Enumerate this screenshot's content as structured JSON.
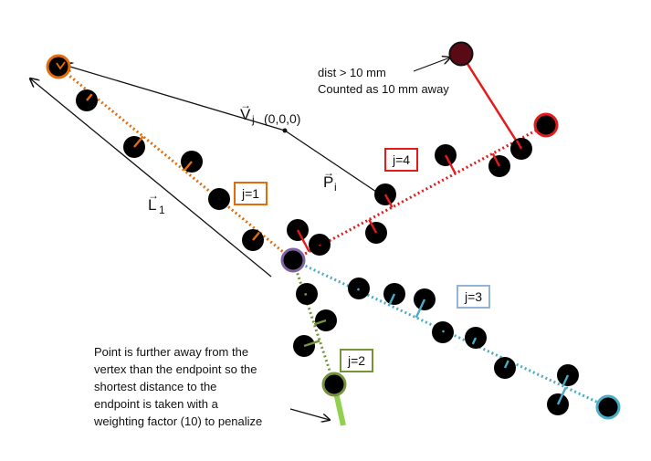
{
  "labels": {
    "origin": "(0,0,0)",
    "vector_v": "V",
    "vector_v_sub": "j",
    "vector_p": "P",
    "vector_p_sub": "i",
    "vector_l": "L",
    "vector_l_sub": "1",
    "arrow": "→"
  },
  "segments": [
    {
      "label": "j=1",
      "color": "#e36c0a"
    },
    {
      "label": "j=2",
      "color": "#77933c"
    },
    {
      "label": "j=3",
      "color": "#4bacc6"
    },
    {
      "label": "j=4",
      "color": "#e41b1b"
    }
  ],
  "annotations": {
    "far_point_line1": "dist > 10 mm",
    "far_point_line2": "Counted as 10 mm away",
    "penalty_line1": "Point is further away from the",
    "penalty_line2": "vertex than the endpoint so the",
    "penalty_line3": "shortest distance to the",
    "penalty_line4": "endpoint is taken with a",
    "penalty_line5": "weighting factor (10) to penalize"
  },
  "colors": {
    "point": "#000000",
    "far_point": "#5a0a14",
    "vertex_ring": "#8064a2",
    "text": "#111111"
  }
}
